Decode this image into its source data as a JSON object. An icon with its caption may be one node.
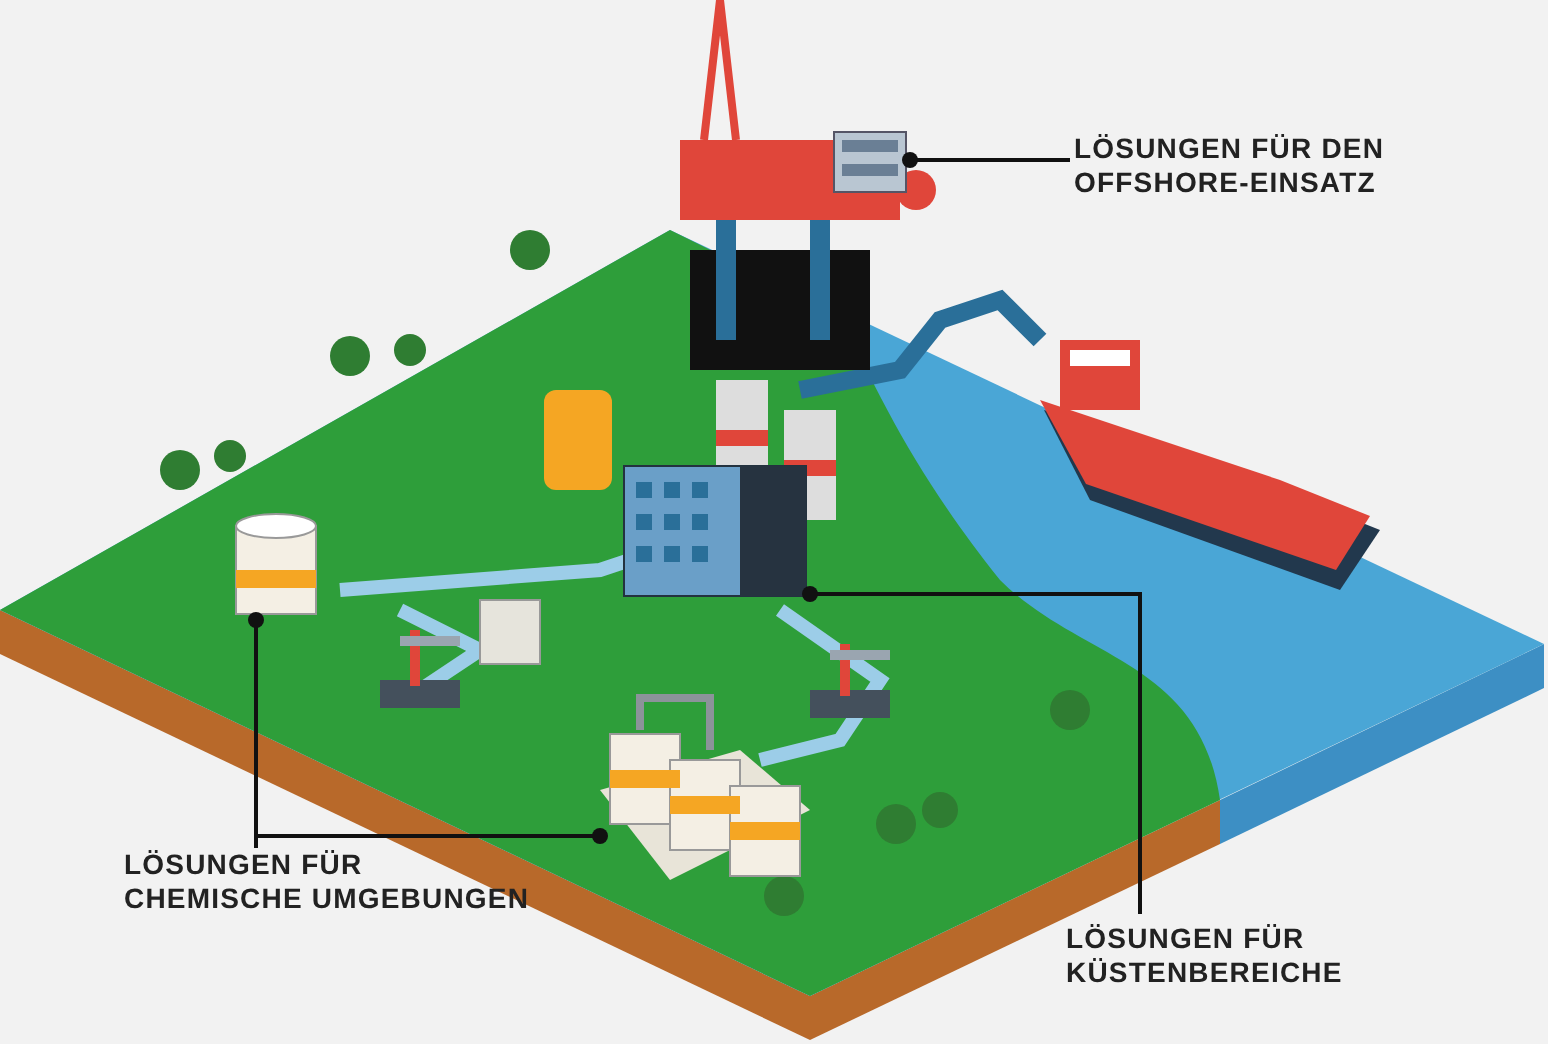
{
  "diagram": {
    "nodes": [
      {
        "text": [
          "LÖSUNGEN FÜR DEN OFFSHORE-EINSATZ"
        ]
      },
      {
        "text": [],
        "shape": "picture"
      },
      {
        "text": [
          "LÖSUNGEN FÜR CHEMISCHE UMGEBUNGEN"
        ]
      },
      {
        "text": [],
        "shape": "picture"
      },
      {
        "text": [],
        "shape": "picture"
      },
      {
        "text": [
          "LÖSUNGEN FÜR KÜSTENBEREICHE"
        ]
      },
      {
        "text": [],
        "shape": "picture"
      }
    ],
    "edges": [
      {
        "from": 0,
        "to": 1,
        "arrow": "other"
      },
      {
        "from": 2,
        "to": 3,
        "arrow": "other"
      },
      {
        "from": 2,
        "to": 4,
        "arrow": "other"
      },
      {
        "from": 5,
        "to": 6,
        "arrow": "other"
      }
    ]
  }
}
